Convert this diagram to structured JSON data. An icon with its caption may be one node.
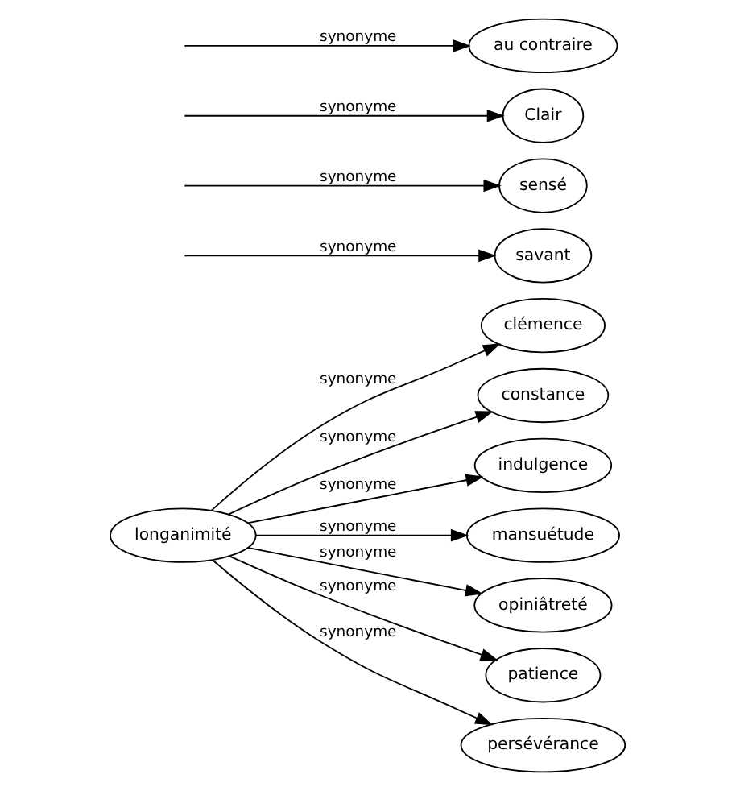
{
  "diagram": {
    "nodes": [
      {
        "text": [
          "longanimité"
        ]
      },
      {
        "text": [
          "clémence"
        ]
      },
      {
        "text": [
          "constance"
        ]
      },
      {
        "text": [
          "indulgence"
        ]
      },
      {
        "text": [
          "mansuétude"
        ]
      },
      {
        "text": [
          "savant"
        ]
      },
      {
        "text": [
          "opiniâtreté"
        ]
      },
      {
        "text": [
          "sensé"
        ]
      },
      {
        "text": [
          "patience"
        ]
      },
      {
        "text": [
          "Clair"
        ]
      },
      {
        "text": [
          "persévérance"
        ]
      },
      {
        "text": [
          "au contraire"
        ]
      }
    ],
    "edges": [
      {
        "from": 0,
        "to": 1,
        "arrow": "to",
        "label": "synonyme"
      },
      {
        "from": 0,
        "to": 2,
        "arrow": "to",
        "label": "synonyme"
      },
      {
        "from": null,
        "to": 5,
        "arrow": "to",
        "label": "synonyme"
      },
      {
        "from": 0,
        "to": 3,
        "arrow": "to",
        "label": "synonyme"
      },
      {
        "from": 0,
        "to": 4,
        "arrow": "to",
        "label": "synonyme"
      },
      {
        "from": null,
        "to": 7,
        "arrow": "to",
        "label": "synonyme"
      },
      {
        "from": 0,
        "to": 6,
        "arrow": "to",
        "label": "synonyme"
      },
      {
        "from": null,
        "to": 9,
        "arrow": "to",
        "label": "synonyme"
      },
      {
        "from": 0,
        "to": 8,
        "arrow": "to",
        "label": "synonyme"
      },
      {
        "from": null,
        "to": 11,
        "arrow": "to",
        "label": "synonyme"
      },
      {
        "from": 0,
        "to": 10,
        "arrow": "to",
        "label": "synonyme"
      }
    ]
  }
}
